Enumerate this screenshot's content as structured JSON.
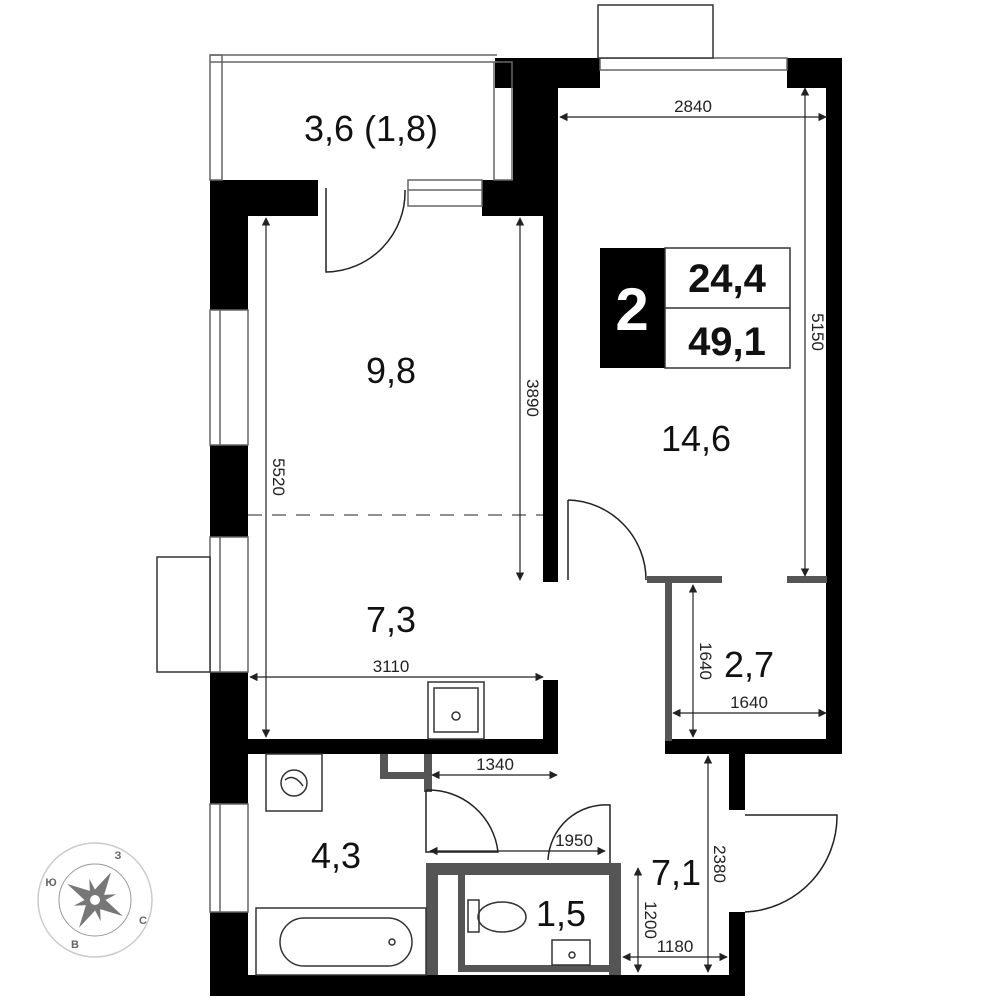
{
  "badge": {
    "rooms": "2",
    "living_area": "24,4",
    "total_area": "49,1"
  },
  "rooms": {
    "balcony": "3,6 (1,8)",
    "bedroom": "9,8",
    "living": "14,6",
    "kitchen": "7,3",
    "storage": "2,7",
    "bathroom": "4,3",
    "toilet": "1,5",
    "hall": "7,1"
  },
  "dimensions": {
    "living_width": "2840",
    "living_depth": "5150",
    "bedroom_depth": "3890",
    "left_depth": "5520",
    "kitchen_width": "3110",
    "storage_height": "1640",
    "storage_width": "1640",
    "bath_width": "1340",
    "corridor_width": "1950",
    "hall_height": "2380",
    "hall_depth": "1200",
    "hall_width": "1180"
  },
  "compass": {
    "north": "З",
    "west": "Ю",
    "east": "С",
    "south": "В"
  },
  "colors": {
    "wall": "#000000",
    "partition": "#555555",
    "line": "#333333",
    "compass": "#777777"
  }
}
